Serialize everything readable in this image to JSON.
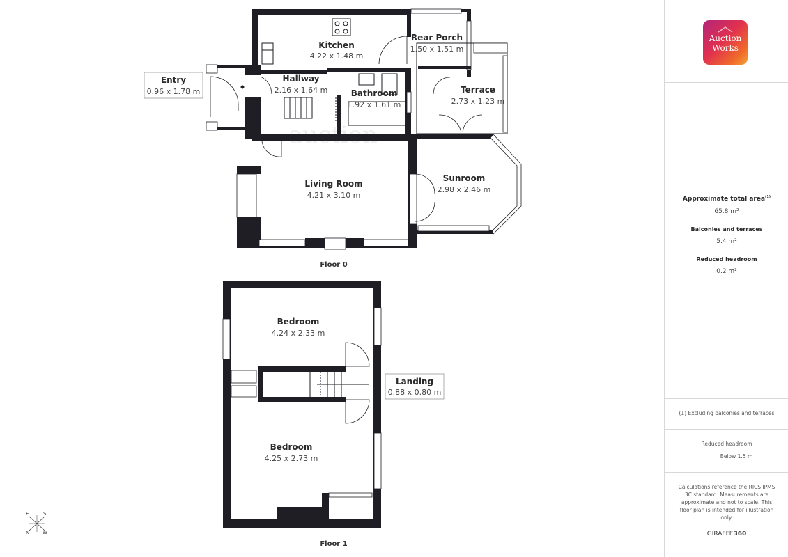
{
  "floors": [
    {
      "label": "Floor 0"
    },
    {
      "label": "Floor 1"
    }
  ],
  "rooms": {
    "kitchen": {
      "name": "Kitchen",
      "dims": "4.22 x 1.48 m"
    },
    "rear_porch": {
      "name": "Rear Porch",
      "dims": "1.50 x 1.51 m"
    },
    "entry": {
      "name": "Entry",
      "dims": "0.96 x 1.78 m"
    },
    "hallway": {
      "name": "Hallway",
      "dims": "2.16 x 1.64 m"
    },
    "bathroom": {
      "name": "Bathroom",
      "dims": "1.92 x 1.61 m"
    },
    "terrace": {
      "name": "Terrace",
      "dims": "2.73 x 1.23 m"
    },
    "living_room": {
      "name": "Living Room",
      "dims": "4.21 x 3.10 m"
    },
    "sunroom": {
      "name": "Sunroom",
      "dims": "2.98 x 2.46 m"
    },
    "bedroom_front": {
      "name": "Bedroom",
      "dims": "4.24 x 2.33 m"
    },
    "landing": {
      "name": "Landing",
      "dims": "0.88 x 0.80 m"
    },
    "bedroom_rear": {
      "name": "Bedroom",
      "dims": "4.25 x 2.73 m"
    }
  },
  "watermark": "auction",
  "compass": {
    "e": "E",
    "s": "S",
    "n": "N",
    "w": "W"
  },
  "panel": {
    "logo": {
      "line1": "Auction",
      "line2": "Works"
    },
    "total_area_label": "Approximate total area",
    "total_area_note_mark": "(1)",
    "total_area_value": "65.8 m²",
    "balconies_label": "Balconies and terraces",
    "balconies_value": "5.4 m²",
    "reduced_label": "Reduced headroom",
    "reduced_value": "0.2 m²",
    "footnote": "(1) Excluding balconies and terraces",
    "legend_title": "Reduced headroom",
    "legend_item": "Below 1.5 m",
    "disclaimer": "Calculations reference the RICS IPMS 3C standard. Measurements are approximate and not to scale. This floor plan is intended for illustration only.",
    "brand_prefix": "GIRAFFE",
    "brand_suffix": "360"
  },
  "colors": {
    "wall": "#1e1e24",
    "divider": "#d8d8d8"
  }
}
